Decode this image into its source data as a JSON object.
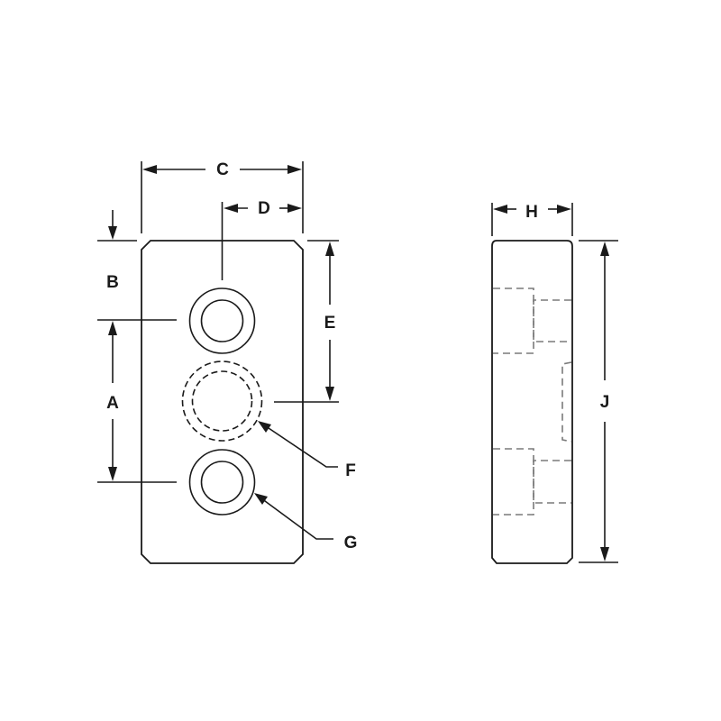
{
  "diagram": {
    "type": "engineering-drawing",
    "views": [
      "front-view",
      "side-view"
    ],
    "labels": {
      "A": "A",
      "B": "B",
      "C": "C",
      "D": "D",
      "E": "E",
      "F": "F",
      "G": "G",
      "H": "H",
      "J": "J"
    },
    "colors": {
      "line": "#1a1a1a",
      "hidden_line": "#7a7a7a",
      "background": "#ffffff"
    }
  }
}
